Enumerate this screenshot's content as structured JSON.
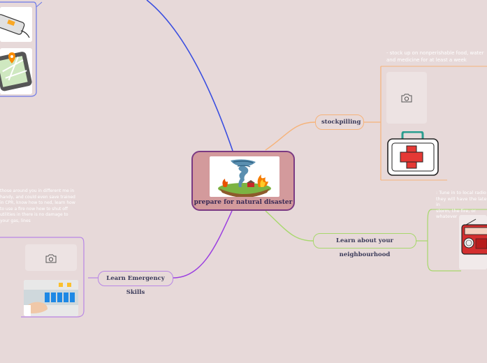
{
  "central": {
    "label": "prepare for natural disaster",
    "image": "tornado-fire-disaster-illustration"
  },
  "topics": {
    "stockpiling": "stockpilling",
    "neighbourhood": "Learn about your neighbourhood",
    "skills": "Learn Emergency Skills"
  },
  "notes": {
    "stockpiling": "- stock up on nonperishable food, water and medicine for at least a week",
    "neighbourhood_line1": ": Tune in to local radio",
    "neighbourhood_line2": "they will have the latest in",
    "neighbourhood_line3": "storm, the fire, or whatever",
    "skills": "those around you in different me in handy, and could even save trained in CPR, know how to ned, learn how to use a fire now how to shut off utilities in there is no damage to your gas, lines"
  },
  "colors": {
    "background": "#e7d9d9",
    "central_fill": "#d39a9c",
    "central_border": "#7b3a83",
    "branch_top": "#3a4ee0",
    "branch_stock": "#f6b37a",
    "branch_neigh": "#a7d86c",
    "branch_skills": "#9b3fe0",
    "sub_top": "#6b78e8"
  },
  "icons": [
    "camera-icon",
    "first-aid-kit-icon",
    "radio-icon",
    "circuit-breaker-image",
    "power-bank-image",
    "gps-map-image"
  ]
}
